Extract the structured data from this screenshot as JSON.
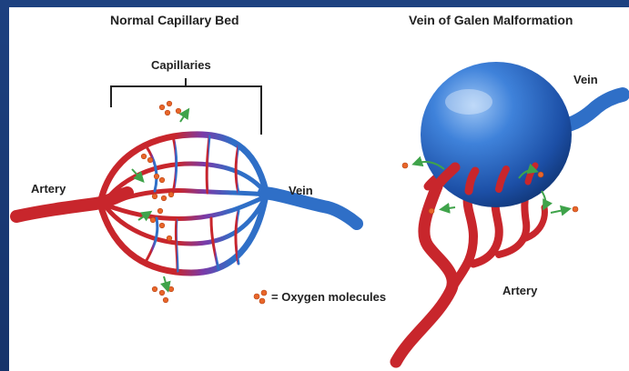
{
  "left": {
    "title": "Normal Capillary Bed",
    "capillaries_label": "Capillaries",
    "artery_label": "Artery",
    "vein_label": "Vein"
  },
  "right": {
    "title": "Vein of Galen Malformation",
    "vein_label": "Vein",
    "artery_label": "Artery"
  },
  "legend": {
    "icon": "oxygen-molecule-icon",
    "text": "= Oxygen molecules"
  },
  "colors": {
    "artery": "#c8262c",
    "vein": "#2f6fc7",
    "capillary_mix": "#7a3aa8",
    "oxygen": "#e8662a",
    "arrow": "#3fa34a",
    "frame": "#1b3a6e"
  }
}
